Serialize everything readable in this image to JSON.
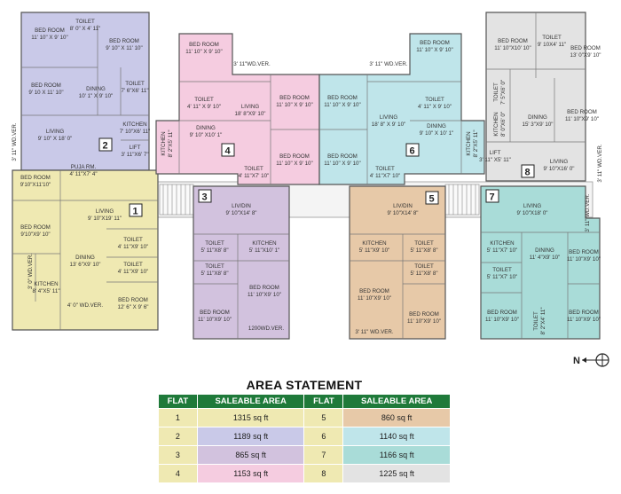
{
  "flats": [
    {
      "id": "1",
      "color": "#efe9b2",
      "rooms": [
        {
          "name": "BED ROOM",
          "dim": "9'10\"X11'10\""
        },
        {
          "name": "PUJA RM.",
          "dim": "4' 11\"X7' 4\""
        },
        {
          "name": "LIVING",
          "dim": "9' 10\"X19' 11\""
        },
        {
          "name": "BED ROOM",
          "dim": "9'10\"X9' 10\""
        },
        {
          "name": "DINING",
          "dim": "13' 6\"X9' 10\""
        },
        {
          "name": "TOILET",
          "dim": "4' 11\"X9' 10\""
        },
        {
          "name": "TOILET",
          "dim": "4' 11\"X9' 10\""
        },
        {
          "name": "3' 0\" WD.VER.",
          "dim": ""
        },
        {
          "name": "KITCHEN",
          "dim": "8' 4\"X5' 11\""
        },
        {
          "name": "4' 0\" WD.VER.",
          "dim": ""
        },
        {
          "name": "BED ROOM",
          "dim": "12' 6\" X 9' 6\""
        }
      ]
    },
    {
      "id": "2",
      "color": "#c9c9e8",
      "rooms": [
        {
          "name": "BED ROOM",
          "dim": "11' 10\" X 9' 10\""
        },
        {
          "name": "TOILET",
          "dim": "8' 0\" X 4' 11\""
        },
        {
          "name": "BED ROOM",
          "dim": "9' 10\" X 11' 10\""
        },
        {
          "name": "BED ROOM",
          "dim": "9' 10 X 11' 10\""
        },
        {
          "name": "DINING",
          "dim": "10' 1\" X 9' 10\""
        },
        {
          "name": "TOILET",
          "dim": "7' 6\"X6' 11\""
        },
        {
          "name": "3' 11\" WD.VER.",
          "dim": ""
        },
        {
          "name": "LIVING",
          "dim": "9' 10\" X 18' 0\""
        },
        {
          "name": "KITCHEN",
          "dim": "7' 10\"X6' 11\""
        },
        {
          "name": "LIFT",
          "dim": "3' 11\"X6' 7\""
        }
      ]
    },
    {
      "id": "3",
      "color": "#d2c2de",
      "rooms": [
        {
          "name": "LIV/DIN",
          "dim": "9' 10\"X14' 8\""
        },
        {
          "name": "TOILET",
          "dim": "5' 11\"X8' 8\""
        },
        {
          "name": "KITCHEN",
          "dim": "5' 11\"X10' 1\""
        },
        {
          "name": "TOILET",
          "dim": "5' 11\"X8' 8\""
        },
        {
          "name": "BED ROOM",
          "dim": "11' 10\"X9' 10\""
        },
        {
          "name": "BED ROOM",
          "dim": "11' 10\"X9' 10\""
        },
        {
          "name": "1200WD.VER.",
          "dim": ""
        }
      ]
    },
    {
      "id": "4",
      "color": "#f5cce0",
      "rooms": [
        {
          "name": "BED ROOM",
          "dim": "11' 10\" X 9' 10\""
        },
        {
          "name": "3' 11\"WD.VER.",
          "dim": ""
        },
        {
          "name": "TOILET",
          "dim": "4' 11\" X 9' 10\""
        },
        {
          "name": "LIVING",
          "dim": "18' 8\"X9' 10\""
        },
        {
          "name": "BED ROOM",
          "dim": "11' 10\" X 9' 10\""
        },
        {
          "name": "DINING",
          "dim": "9' 10\" X10' 1\""
        },
        {
          "name": "KITCHEN",
          "dim": "8' 2\"X5' 11\""
        },
        {
          "name": "BED ROOM",
          "dim": "11' 10\" X 9' 10\""
        },
        {
          "name": "TOILET",
          "dim": "4' 11\"X7' 10\""
        }
      ]
    },
    {
      "id": "5",
      "color": "#e7c9a8",
      "rooms": [
        {
          "name": "LIV/DIN",
          "dim": "9' 10\"X14' 8\""
        },
        {
          "name": "KITCHEN",
          "dim": "5' 11\"X9' 10\""
        },
        {
          "name": "TOILET",
          "dim": "5' 11\"X8' 8\""
        },
        {
          "name": "TOILET",
          "dim": "5' 11\"X8' 8\""
        },
        {
          "name": "BED ROOM",
          "dim": "11' 10\"X9' 10\""
        },
        {
          "name": "BED ROOM",
          "dim": "11' 10\"X9' 10\""
        },
        {
          "name": "3' 11\" WD.VER.",
          "dim": ""
        }
      ]
    },
    {
      "id": "6",
      "color": "#bfe5ea",
      "rooms": [
        {
          "name": "3' 11\" WD.VER.",
          "dim": ""
        },
        {
          "name": "BED ROOM",
          "dim": "11' 10\" X 9' 10\""
        },
        {
          "name": "BED ROOM",
          "dim": "11' 10\" X 9' 10\""
        },
        {
          "name": "TOILET",
          "dim": "4' 11\" X 9' 10\""
        },
        {
          "name": "LIVING",
          "dim": "18' 8\" X 9' 10\""
        },
        {
          "name": "DINING",
          "dim": "9' 10\" X 10' 1\""
        },
        {
          "name": "KITCHEN",
          "dim": "8' 2\"X5' 11\""
        },
        {
          "name": "BED ROOM",
          "dim": "11' 10\" X 9' 10\""
        },
        {
          "name": "TOILET",
          "dim": "4' 11\"X7' 10\""
        }
      ]
    },
    {
      "id": "7",
      "color": "#a9dcd8",
      "rooms": [
        {
          "name": "3' 11\" WD.VER.",
          "dim": ""
        },
        {
          "name": "LIVING",
          "dim": "9' 10\"X18' 0\""
        },
        {
          "name": "KITCHEN",
          "dim": "5' 11\"X7' 10\""
        },
        {
          "name": "DINING",
          "dim": "11' 4\"X9' 10\""
        },
        {
          "name": "BED ROOM",
          "dim": "11' 10\"X9' 10\""
        },
        {
          "name": "TOILET",
          "dim": "5' 11\"X7' 10\""
        },
        {
          "name": "BED ROOM",
          "dim": "11' 10\"X9' 10\""
        },
        {
          "name": "TOILET",
          "dim": "8' 2\"X4' 11\""
        },
        {
          "name": "BED ROOM",
          "dim": "11' 10\"X9' 10\""
        }
      ]
    },
    {
      "id": "8",
      "color": "#e3e3e3",
      "rooms": [
        {
          "name": "BED ROOM",
          "dim": "11' 10\"X10' 10\""
        },
        {
          "name": "TOILET",
          "dim": "9' 10X4' 11\""
        },
        {
          "name": "BED ROOM",
          "dim": "13' 0\"X9' 10\""
        },
        {
          "name": "TOILET",
          "dim": "7' 5\"X6' 0\""
        },
        {
          "name": "KITCHEN",
          "dim": "8' 0\"X6' 0\""
        },
        {
          "name": "DINING",
          "dim": "15' 3\"X9' 10\""
        },
        {
          "name": "BED ROOM",
          "dim": "11' 10\"X9' 10\""
        },
        {
          "name": "LIFT",
          "dim": "3' 11\" X5' 11\""
        },
        {
          "name": "LIVING",
          "dim": "9' 10\"X16' 0\""
        },
        {
          "name": "3' 11\" WD.VER.",
          "dim": ""
        }
      ]
    }
  ],
  "compass": {
    "label": "N"
  },
  "area_statement": {
    "title": "AREA STATEMENT",
    "headers": [
      "FLAT",
      "SALEABLE AREA",
      "FLAT",
      "SALEABLE AREA"
    ],
    "rows": [
      {
        "flat_a": "1",
        "area_a": "1315 sq ft",
        "color_a": "#efe9b2",
        "flat_b": "5",
        "area_b": "860 sq ft",
        "color_b": "#e7c9a8"
      },
      {
        "flat_a": "2",
        "area_a": "1189 sq ft",
        "color_a": "#c9c9e8",
        "flat_b": "6",
        "area_b": "1140 sq ft",
        "color_b": "#bfe5ea"
      },
      {
        "flat_a": "3",
        "area_a": "865 sq ft",
        "color_a": "#d2c2de",
        "flat_b": "7",
        "area_b": "1166 sq ft",
        "color_b": "#a9dcd8"
      },
      {
        "flat_a": "4",
        "area_a": "1153 sq ft",
        "color_a": "#f5cce0",
        "flat_b": "8",
        "area_b": "1225 sq ft",
        "color_b": "#e3e3e3"
      }
    ]
  }
}
